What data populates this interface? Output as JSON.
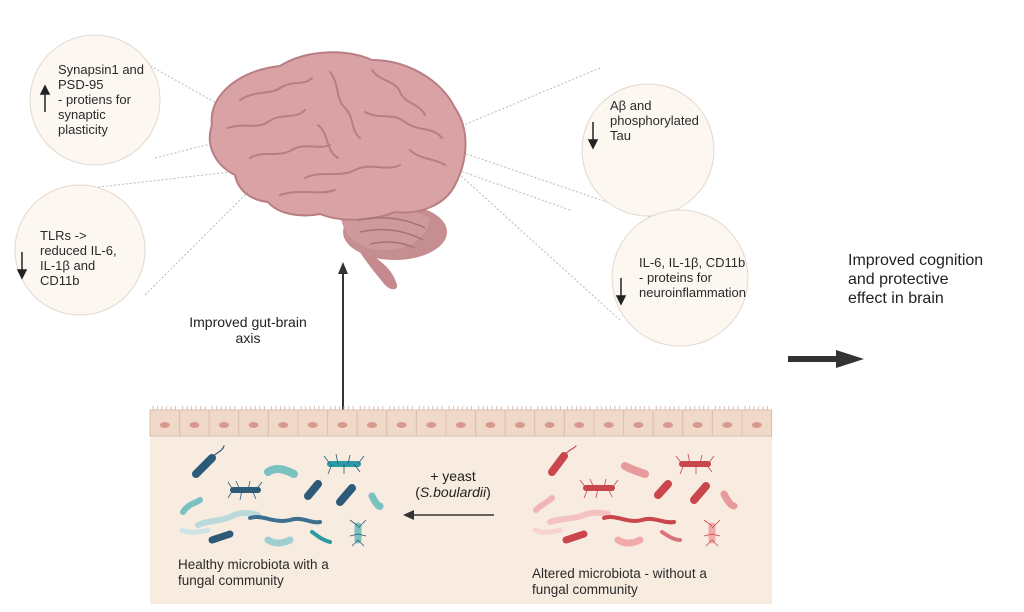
{
  "bubbles": {
    "synapsin": {
      "text": "Synapsin1 and\nPSD-95\n- protiens for\nsynaptic\nplasticity",
      "arrow": "up"
    },
    "tlr": {
      "text": "TLRs ->\nreduced IL-6,\nIL-1β and\nCD11b",
      "arrow": "down"
    },
    "abeta": {
      "text": "Aβ and\nphosphorylated\nTau",
      "arrow": "down"
    },
    "il6": {
      "text": "IL-6, IL-1β, CD11b\n- proteins for\nneuroinflammation",
      "arrow": "down"
    }
  },
  "gut_brain_label": "Improved gut-brain\naxis",
  "outcome_label": "Improved cognition\nand protective\neffect in brain",
  "treatment": {
    "line1": "+ yeast",
    "line2_prefix": "(",
    "species": "S.boulardii",
    "line2_suffix": ")"
  },
  "healthy_label": "Healthy microbiota with a\nfungal community",
  "altered_label": "Altered microbiota - without a\nfungal community",
  "colors": {
    "brain": "#d9a3a6",
    "brain_dark": "#b97d82",
    "gut_bg": "#f8ece1",
    "gut_cells": "#efd6c6",
    "bubble_bg": "#fdf7f1",
    "healthy_teal": "#3fa0a6",
    "healthy_navy": "#2c5a78",
    "altered_red": "#c9464c",
    "altered_pink": "#e79a9b"
  }
}
